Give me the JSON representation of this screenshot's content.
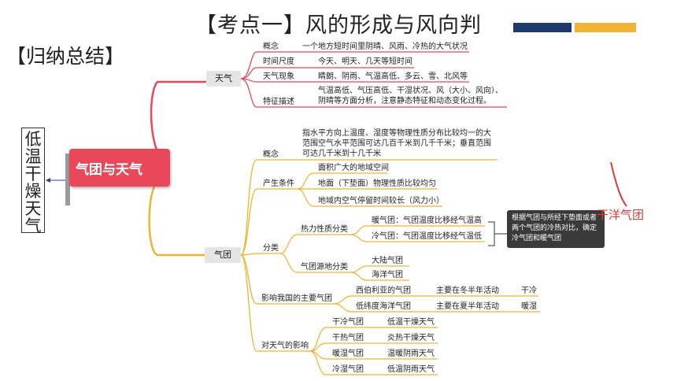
{
  "title": "【考点一】风的形成与风向判",
  "section_label": "【归纳总结】",
  "vertical_text": [
    "低",
    "温",
    "干",
    "燥",
    "天",
    "气"
  ],
  "red_annotation": "干洋气团",
  "center": "气团与天气",
  "weather": {
    "label": "天气",
    "concept_label": "概念",
    "concept_text": "一个地方短时间里阴晴、风雨、冷热的大气状况",
    "timescale_label": "时间尺度",
    "timescale_text": "今天、明天、几天等短时间",
    "phenomena_label": "天气现象",
    "phenomena_text": "睛朗、阴雨、气温高低、多云、雪、北风等",
    "feature_label": "特征描述",
    "feature_text_1": "气温高低、气压高低、干湿状况、风（大小、风向）、",
    "feature_text_2": "阴晴等方面分析，注意静态特征和动态变化过程。"
  },
  "airmass": {
    "label": "气团",
    "concept_label": "概念",
    "concept_text_1": "指水平方向上温度、湿度等物理性质分布比较均一的大",
    "concept_text_2": "范围空气水平范围可达几百千米到几千千米；垂直范围",
    "concept_text_3": "可达几千米到十几千米",
    "cond_label": "产生条件",
    "cond_1": "面积广大的地域空间",
    "cond_2": "地面（下垫面）物理性质比较均匀",
    "cond_3": "地域内空气停留时间较长（风力小）",
    "class_label": "分类",
    "thermal_label": "热力性质分类",
    "warm": "暖气团：气团温度比移经气温高",
    "cold": "冷气团：气团温度比移经气温低",
    "source_label": "气团源地分类",
    "continental": "大陆气团",
    "oceanic": "海洋气团",
    "note": "根据气团与所经下垫面或者两个气团的冷热对比，确定冷气团和暖气团",
    "china_label": "影响我国的主要气团",
    "siberia": "西伯利亚的气团",
    "siberia_time": "主要在冬半年活动",
    "siberia_trait": "干冷",
    "lowlat": "低纬度海洋气团",
    "lowlat_time": "主要在夏半年活动",
    "lowlat_trait": "暖湿",
    "effect_label": "对天气的影响",
    "effects": [
      {
        "mass": "干冷气团",
        "weather": "低温干燥天气"
      },
      {
        "mass": "干热气团",
        "weather": "炎热干燥天气"
      },
      {
        "mass": "暖湿气团",
        "weather": "温暖阴雨天气"
      },
      {
        "mass": "冷湿气团",
        "weather": "低温阴雨天气"
      }
    ]
  },
  "colors": {
    "center": "#e8485a",
    "connector": "#f2b233",
    "red_branch": "#e8485a",
    "note_bg": "#3a3a3a"
  }
}
